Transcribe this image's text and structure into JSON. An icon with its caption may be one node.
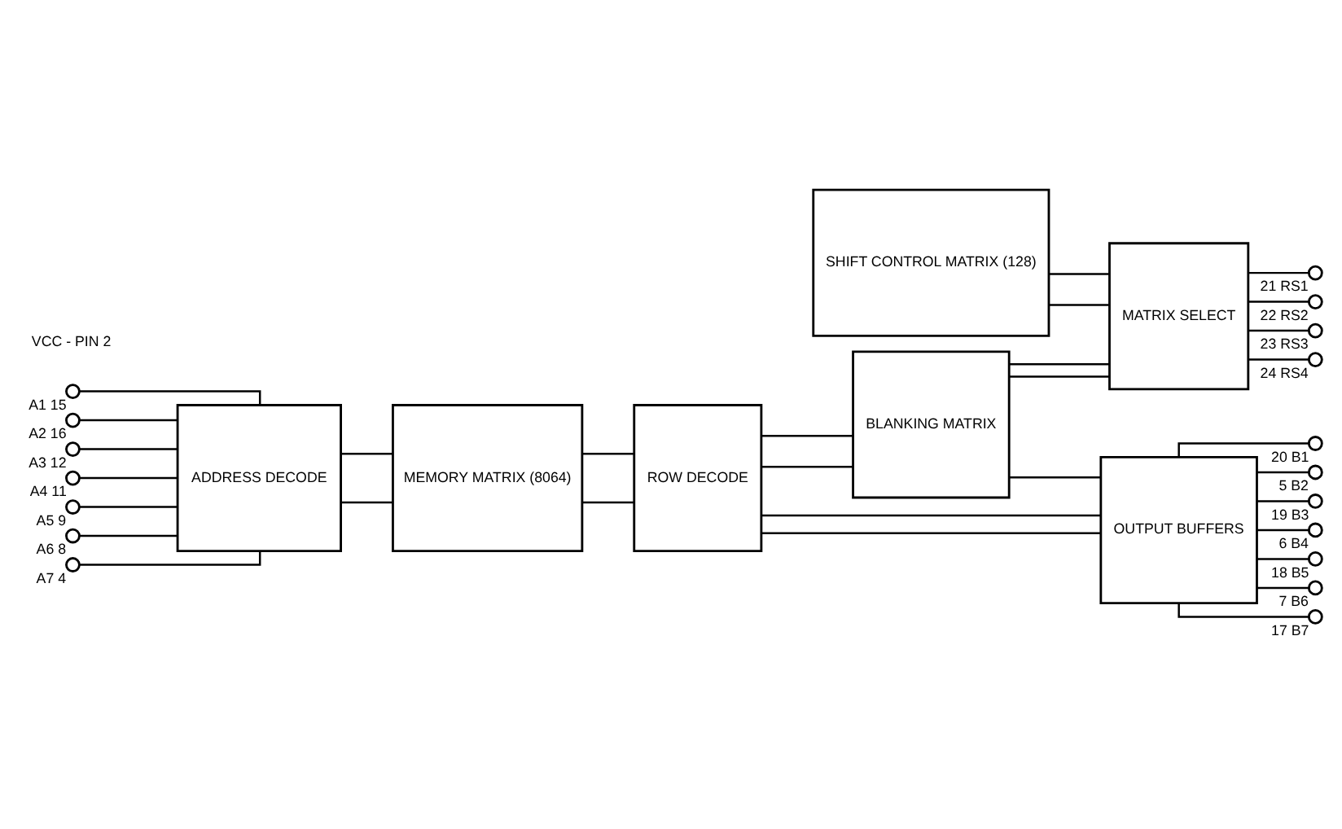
{
  "diagram": {
    "nodes": [
      {
        "text": [
          "ADDRESS DECODE"
        ]
      },
      {
        "text": [
          "MEMORY MATRIX (8064)"
        ]
      },
      {
        "text": [
          "ROW DECODE"
        ]
      },
      {
        "text": [
          "OUTPUT BUFFERS"
        ]
      },
      {
        "text": [
          "SHIFT CONTROL MATRIX (128)"
        ]
      },
      {
        "text": [
          "BLANKING MATRIX"
        ]
      },
      {
        "text": [
          "MATRIX SELECT"
        ]
      },
      {
        "text": [],
        "shape": "circle",
        "beside": [
          "A1",
          "15"
        ]
      },
      {
        "text": [],
        "shape": "circle",
        "beside": [
          "A2",
          "16"
        ]
      },
      {
        "text": [],
        "shape": "circle",
        "beside": [
          "A3",
          "12"
        ]
      },
      {
        "text": [],
        "shape": "circle",
        "beside": [
          "A4",
          "11"
        ]
      },
      {
        "text": [],
        "shape": "circle",
        "beside": [
          "A5",
          "9"
        ]
      },
      {
        "text": [],
        "shape": "circle",
        "beside": [
          "A6",
          "8"
        ]
      },
      {
        "text": [],
        "shape": "circle",
        "beside": [
          "A7",
          "4"
        ]
      },
      {
        "text": [],
        "shape": "circle",
        "beside": [
          "20",
          "B1"
        ]
      },
      {
        "text": [],
        "shape": "circle",
        "beside": [
          "5",
          "B2"
        ]
      },
      {
        "text": [],
        "shape": "circle",
        "beside": [
          "19",
          "B3"
        ]
      },
      {
        "text": [],
        "shape": "circle",
        "beside": [
          "6",
          "B4"
        ]
      },
      {
        "text": [],
        "shape": "circle",
        "beside": [
          "18",
          "B5"
        ]
      },
      {
        "text": [],
        "shape": "circle",
        "beside": [
          "7",
          "B6"
        ]
      },
      {
        "text": [],
        "shape": "circle",
        "beside": [
          "17",
          "B7"
        ]
      },
      {
        "text": [],
        "shape": "circle",
        "beside": [
          "21",
          "RS1"
        ]
      },
      {
        "text": [],
        "shape": "circle",
        "beside": [
          "22",
          "RS2"
        ]
      },
      {
        "text": [],
        "shape": "circle",
        "beside": [
          "23",
          "RS3"
        ]
      },
      {
        "text": [],
        "shape": "circle",
        "beside": [
          "24",
          "RS4"
        ]
      }
    ],
    "edges": [
      {
        "from": 7,
        "to": 0,
        "arrow": "none"
      },
      {
        "from": 8,
        "to": 0,
        "arrow": "none"
      },
      {
        "from": 9,
        "to": 0,
        "arrow": "none"
      },
      {
        "from": 10,
        "to": 0,
        "arrow": "none"
      },
      {
        "from": 11,
        "to": 0,
        "arrow": "none"
      },
      {
        "from": 12,
        "to": 0,
        "arrow": "none"
      },
      {
        "from": 13,
        "to": 0,
        "arrow": "none"
      },
      {
        "from": 0,
        "to": 1,
        "arrow": "none"
      },
      {
        "from": 0,
        "to": 1,
        "arrow": "none"
      },
      {
        "from": 1,
        "to": 2,
        "arrow": "none"
      },
      {
        "from": 1,
        "to": 2,
        "arrow": "none"
      },
      {
        "from": 2,
        "to": 3,
        "arrow": "none"
      },
      {
        "from": 2,
        "to": 3,
        "arrow": "none"
      },
      {
        "from": 3,
        "to": 14,
        "arrow": "none"
      },
      {
        "from": 3,
        "to": 15,
        "arrow": "none"
      },
      {
        "from": 3,
        "to": 16,
        "arrow": "none"
      },
      {
        "from": 3,
        "to": 17,
        "arrow": "none"
      },
      {
        "from": 3,
        "to": 18,
        "arrow": "none"
      },
      {
        "from": 3,
        "to": 19,
        "arrow": "none"
      },
      {
        "from": 3,
        "to": 20,
        "arrow": "none"
      },
      {
        "from": 2,
        "to": 5,
        "arrow": "none"
      },
      {
        "from": 2,
        "to": 5,
        "arrow": "none"
      },
      {
        "from": 5,
        "to": 3,
        "arrow": "none"
      },
      {
        "from": 5,
        "to": 6,
        "arrow": "none"
      },
      {
        "from": 5,
        "to": 6,
        "arrow": "none"
      },
      {
        "from": 4,
        "to": 6,
        "arrow": "none"
      },
      {
        "from": 4,
        "to": 6,
        "arrow": "none"
      },
      {
        "from": 6,
        "to": 21,
        "arrow": "none"
      },
      {
        "from": 6,
        "to": 22,
        "arrow": "none"
      },
      {
        "from": 6,
        "to": 23,
        "arrow": "none"
      },
      {
        "from": 6,
        "to": 24,
        "arrow": "none"
      }
    ],
    "labels": [
      "VCC - PIN 2"
    ]
  }
}
